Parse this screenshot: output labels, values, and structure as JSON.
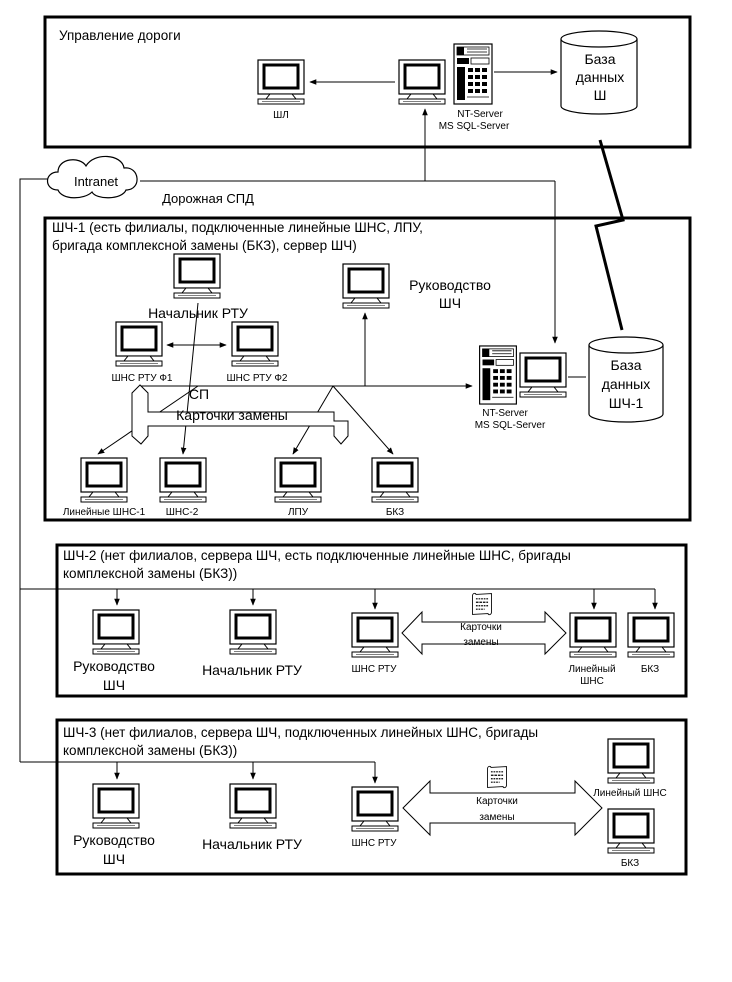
{
  "sections": {
    "road": {
      "title": "Управление дороги"
    },
    "shch1": {
      "title_line1": "ШЧ-1 (есть филиалы, подключенные линейные ШНС, ЛПУ,",
      "title_line2": "бригада комплексной замены (БКЗ), сервер ШЧ)"
    },
    "shch2": {
      "title_line1": "ШЧ-2 (нет филиалов, сервера ШЧ,  есть подключенные линейные ШНС, бригады",
      "title_line2": "комплексной замены (БКЗ))"
    },
    "shch3": {
      "title_line1": "ШЧ-3 (нет филиалов, сервера ШЧ, подключенных линейных ШНС, бригады",
      "title_line2": "комплексной замены (БКЗ))"
    }
  },
  "network": {
    "intranet": "Intranet",
    "road_spd": "Дорожная СПД",
    "sp": "СП"
  },
  "labels": {
    "shl": "ШЛ",
    "nt_server": "NT-Server",
    "ms_sql_server": "MS SQL-Server",
    "db_road_line1": "База",
    "db_road_line2": "данных",
    "db_road_line3": "Ш",
    "db_shch1_line1": "База",
    "db_shch1_line2": "данных",
    "db_shch1_line3": "ШЧ-1",
    "chief_rtu": "Начальник РТУ",
    "management_line1": "Руководство",
    "management_line2": "ШЧ",
    "shns_rtu_f1": "ШНС РТУ Ф1",
    "shns_rtu_f2": "ШНС РТУ Ф2",
    "replacement_cards": "Карточки замены",
    "cards_line1": "Карточки",
    "cards_line2": "замены",
    "linear_shns_1": "Линейные ШНС-1",
    "shns_2": "ШНС-2",
    "lpu": "ЛПУ",
    "bkz": "БКЗ",
    "shns_rtu": "ШНС РТУ",
    "linear_line1": "Линейный",
    "linear_line2": "ШНС",
    "linear_shns": "Линейный ШНС"
  }
}
